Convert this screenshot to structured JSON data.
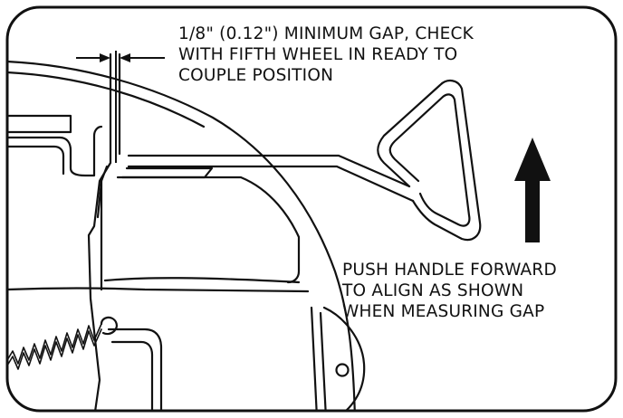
{
  "callouts": {
    "gap_note": {
      "lines": [
        "1/8\" (0.12\") MINIMUM GAP, CHECK",
        "WITH FIFTH WHEEL IN READY TO",
        "COUPLE POSITION"
      ]
    },
    "push_note": {
      "lines": [
        "PUSH HANDLE FORWARD",
        "TO ALIGN AS SHOWN",
        "WHEN MEASURING GAP"
      ]
    }
  },
  "colors": {
    "ink": "#111111",
    "paper": "#ffffff"
  }
}
